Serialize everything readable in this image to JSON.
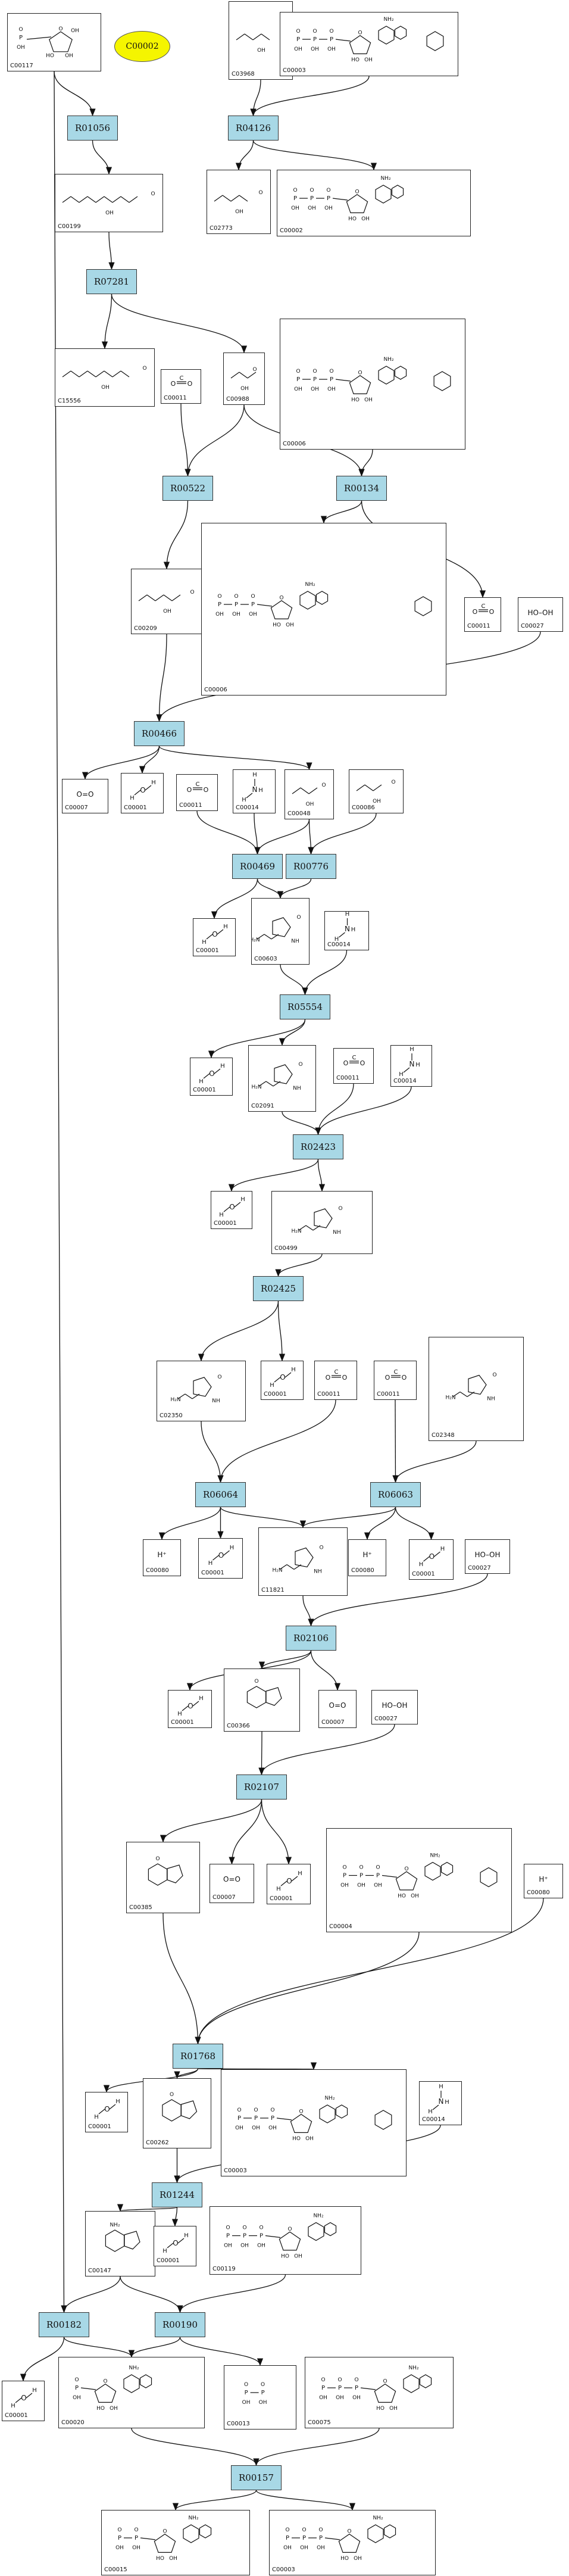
{
  "diagram": {
    "query_compound": "C00002",
    "reactions": [
      "R01056",
      "R04126",
      "R07281",
      "R00522",
      "R00134",
      "R00466",
      "R00469",
      "R00776",
      "R05554",
      "R02423",
      "R02425",
      "R06064",
      "R06063",
      "R02106",
      "R02107",
      "R01768",
      "R01244",
      "R00182",
      "R00190",
      "R00157"
    ],
    "compounds": {
      "c00117": {
        "id": "C00117",
        "formula": ""
      },
      "c03968": {
        "id": "C03968",
        "formula": ""
      },
      "c00003a": {
        "id": "C00003",
        "formula": ""
      },
      "c00199": {
        "id": "C00199",
        "formula": ""
      },
      "c02773": {
        "id": "C02773",
        "formula": ""
      },
      "c00002": {
        "id": "C00002",
        "formula": ""
      },
      "c15556": {
        "id": "C15556",
        "formula": ""
      },
      "c00011a": {
        "id": "C00011",
        "formula": ""
      },
      "c00988": {
        "id": "C00988",
        "formula": ""
      },
      "c00006a": {
        "id": "C00006",
        "formula": ""
      },
      "c00209": {
        "id": "C00209",
        "formula": ""
      },
      "c00006b": {
        "id": "C00006",
        "formula": ""
      },
      "c00011b": {
        "id": "C00011",
        "formula": ""
      },
      "c00027a": {
        "id": "C00027",
        "formula": "HO–OH"
      },
      "c00007a": {
        "id": "C00007",
        "formula": "O=O"
      },
      "c00001a": {
        "id": "C00001",
        "formula": ""
      },
      "c00011c": {
        "id": "C00011",
        "formula": ""
      },
      "c00014a": {
        "id": "C00014",
        "formula": ""
      },
      "c00048": {
        "id": "C00048",
        "formula": ""
      },
      "c00086": {
        "id": "C00086",
        "formula": ""
      },
      "c00001b": {
        "id": "C00001",
        "formula": ""
      },
      "c00603": {
        "id": "C00603",
        "formula": ""
      },
      "c00014b": {
        "id": "C00014",
        "formula": ""
      },
      "c00001c": {
        "id": "C00001",
        "formula": ""
      },
      "c02091": {
        "id": "C02091",
        "formula": ""
      },
      "c00011d": {
        "id": "C00011",
        "formula": ""
      },
      "c00014c": {
        "id": "C00014",
        "formula": ""
      },
      "c00001d": {
        "id": "C00001",
        "formula": ""
      },
      "c00499": {
        "id": "C00499",
        "formula": ""
      },
      "c02350": {
        "id": "C02350",
        "formula": ""
      },
      "c00001e": {
        "id": "C00001",
        "formula": ""
      },
      "c00011e": {
        "id": "C00011",
        "formula": ""
      },
      "c00011f": {
        "id": "C00011",
        "formula": ""
      },
      "c02348": {
        "id": "C02348",
        "formula": ""
      },
      "c00080a": {
        "id": "C00080",
        "formula": "H⁺"
      },
      "c00001f": {
        "id": "C00001",
        "formula": ""
      },
      "c11821": {
        "id": "C11821",
        "formula": ""
      },
      "c00080b": {
        "id": "C00080",
        "formula": "H⁺"
      },
      "c00001g": {
        "id": "C00001",
        "formula": ""
      },
      "c00027b": {
        "id": "C00027",
        "formula": "HO–OH"
      },
      "c00001h": {
        "id": "C00001",
        "formula": ""
      },
      "c00366": {
        "id": "C00366",
        "formula": ""
      },
      "c00007b": {
        "id": "C00007",
        "formula": "O=O"
      },
      "c00027c": {
        "id": "C00027",
        "formula": "HO–OH"
      },
      "c00385": {
        "id": "C00385",
        "formula": ""
      },
      "c00007c": {
        "id": "C00007",
        "formula": "O=O"
      },
      "c00001i": {
        "id": "C00001",
        "formula": ""
      },
      "c00004": {
        "id": "C00004",
        "formula": ""
      },
      "c00080c": {
        "id": "C00080",
        "formula": "H⁺"
      },
      "c00001j": {
        "id": "C00001",
        "formula": ""
      },
      "c00262": {
        "id": "C00262",
        "formula": ""
      },
      "c00003b": {
        "id": "C00003",
        "formula": ""
      },
      "c00014d": {
        "id": "C00014",
        "formula": ""
      },
      "c00147": {
        "id": "C00147",
        "formula": ""
      },
      "c00001k": {
        "id": "C00001",
        "formula": ""
      },
      "c00119": {
        "id": "C00119",
        "formula": ""
      },
      "c00001l": {
        "id": "C00001",
        "formula": ""
      },
      "c00020": {
        "id": "C00020",
        "formula": ""
      },
      "c00013": {
        "id": "C00013",
        "formula": ""
      },
      "c00075": {
        "id": "C00075",
        "formula": ""
      },
      "c00015": {
        "id": "C00015",
        "formula": ""
      },
      "c00003c": {
        "id": "C00003",
        "formula": ""
      }
    }
  }
}
